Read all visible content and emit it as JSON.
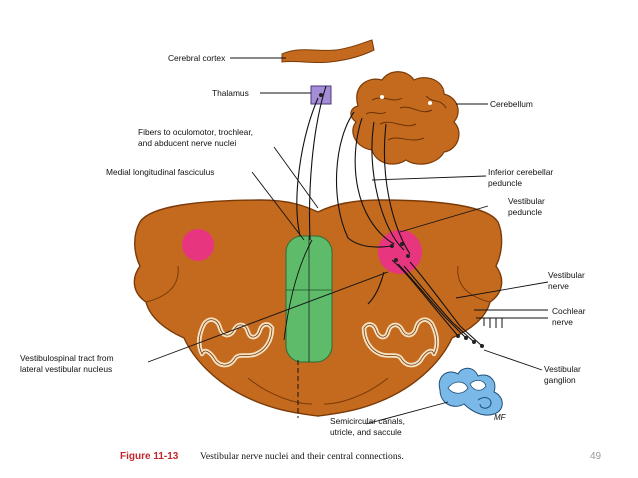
{
  "labels": {
    "cerebral_cortex": "Cerebral cortex",
    "thalamus": "Thalamus",
    "fibers_line1": "Fibers to oculomotor, trochlear,",
    "fibers_line2": "and abducent nerve nuclei",
    "mlf": "Medial longitudinal fasciculus",
    "cerebellum": "Cerebellum",
    "icp_line1": "Inferior cerebellar",
    "icp_line2": "peduncle",
    "vp_line1": "Vestibular",
    "vp_line2": "peduncle",
    "vn_line1": "Vestibular",
    "vn_line2": "nerve",
    "cn_line1": "Cochlear",
    "cn_line2": "nerve",
    "vg_line1": "Vestibular",
    "vg_line2": "ganglion",
    "vst_line1": "Vestibulospinal tract from",
    "vst_line2": "lateral vestibular nucleus",
    "sc_line1": "Semicircular canals,",
    "sc_line2": "utricle, and saccule",
    "artist": "MF"
  },
  "caption": {
    "figure": "Figure 11-13",
    "text": "Vestibular nerve nuclei and their central connections."
  },
  "page_number": "49",
  "colors": {
    "tissue": "#c46a1e",
    "tissue_dark": "#7a3a08",
    "nucleus": "#e8357f",
    "mlf": "#5dbb6a",
    "thalamus": "#a58cd6",
    "ear": "#7ab8e8",
    "caption_red": "#c0262d"
  }
}
